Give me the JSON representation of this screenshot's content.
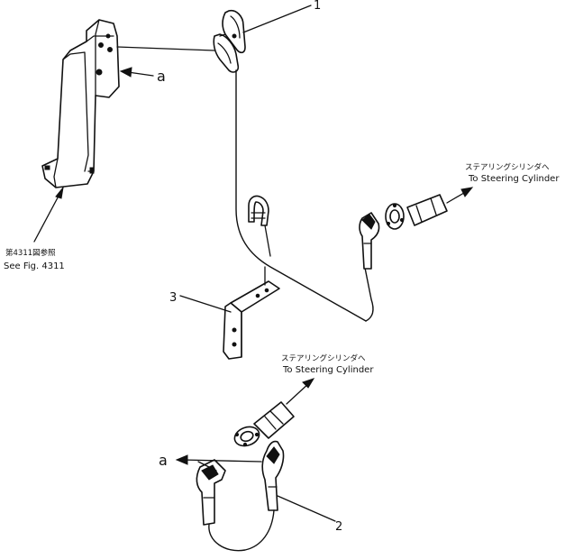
{
  "callouts": {
    "part1": "1",
    "part2": "2",
    "part3": "3",
    "ref_a_top": "a",
    "ref_a_bottom": "a"
  },
  "notes": {
    "to_cyl_top_jp": "ステアリングシリンダへ",
    "to_cyl_top_en": "To Steering Cylinder",
    "to_cyl_bottom_jp": "ステアリングシリンダへ",
    "to_cyl_bottom_en": "To Steering Cylinder",
    "see_fig_jp": "第4311図参照",
    "see_fig_en": "See Fig. 4311"
  }
}
